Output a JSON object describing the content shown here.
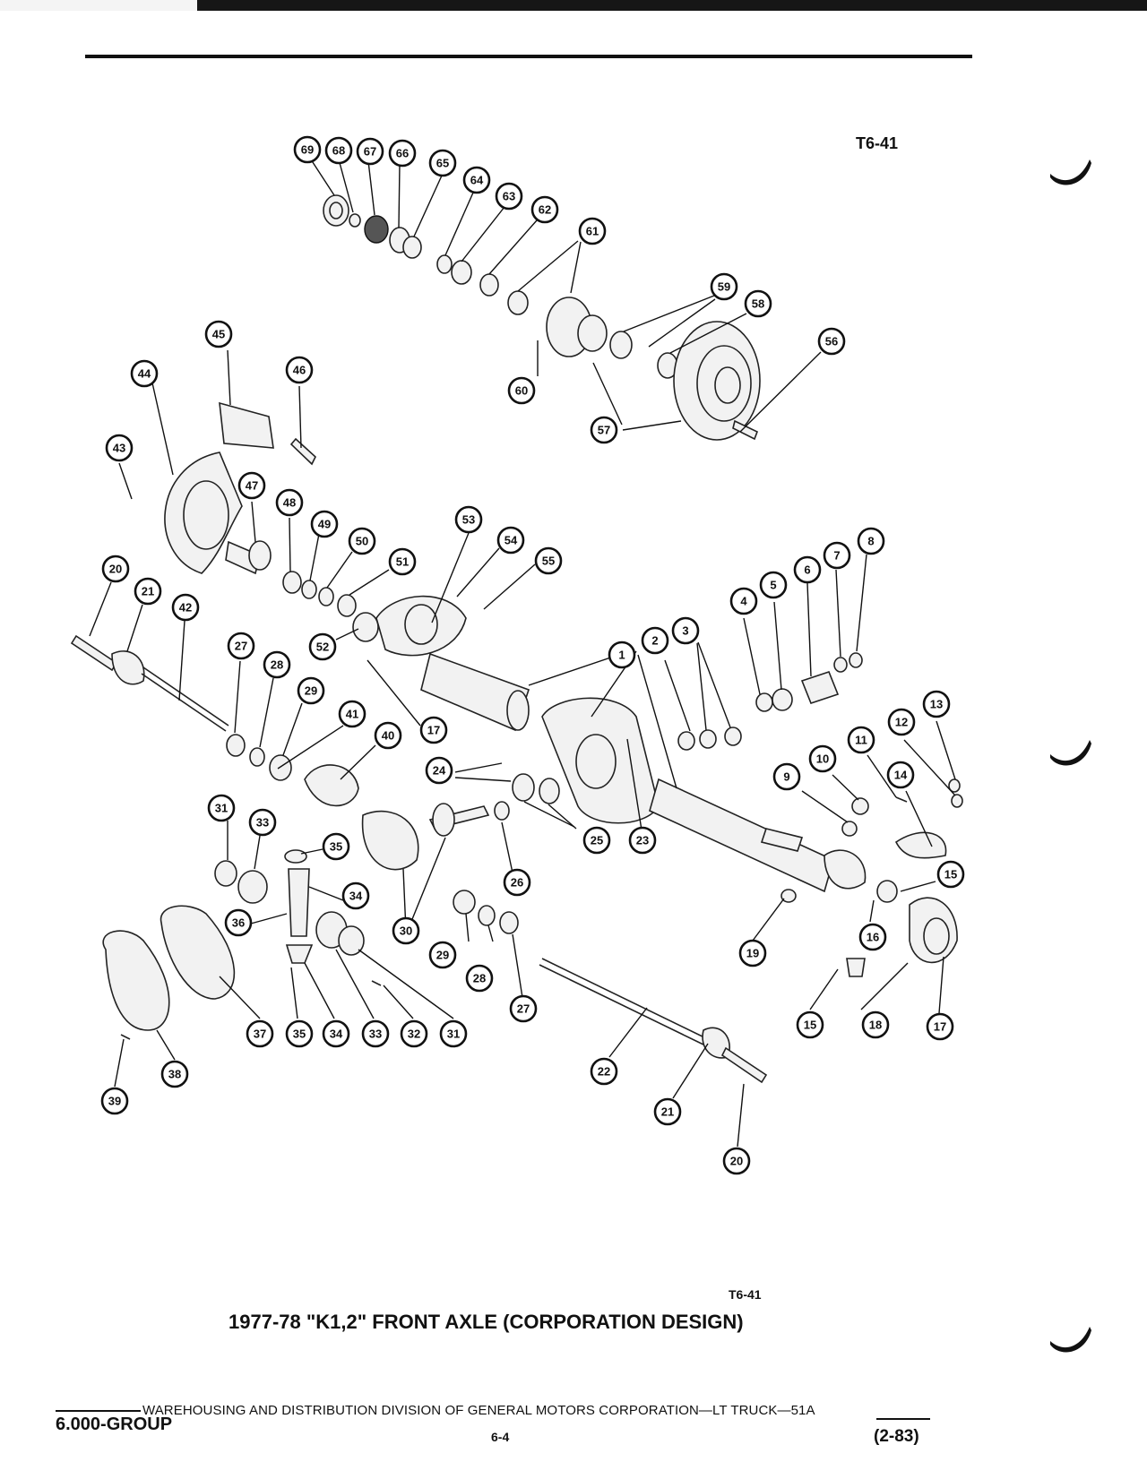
{
  "drawing_code": "T6-41",
  "caption": "1977-78 \"K1,2\" FRONT AXLE (CORPORATION DESIGN)",
  "footer": {
    "division_line": "WAREHOUSING AND DISTRIBUTION DIVISION OF GENERAL MOTORS CORPORATION—LT TRUCK—51A",
    "group": "6.000-GROUP",
    "page": "6-4",
    "date": "(2-83)"
  },
  "callouts": [
    "69",
    "68",
    "67",
    "66",
    "65",
    "64",
    "63",
    "62",
    "61",
    "59",
    "58",
    "56",
    "60",
    "57",
    "45",
    "46",
    "44",
    "43",
    "47",
    "48",
    "49",
    "50",
    "51",
    "53",
    "54",
    "55",
    "20",
    "21",
    "42",
    "52",
    "27",
    "28",
    "29",
    "41",
    "40",
    "17",
    "24",
    "31",
    "33",
    "35",
    "34",
    "36",
    "30",
    "26",
    "25",
    "23",
    "1",
    "2",
    "3",
    "4",
    "5",
    "6",
    "7",
    "8",
    "13",
    "12",
    "11",
    "10",
    "9",
    "14",
    "15",
    "19",
    "16",
    "18",
    "37",
    "38",
    "39",
    "32",
    "22"
  ]
}
